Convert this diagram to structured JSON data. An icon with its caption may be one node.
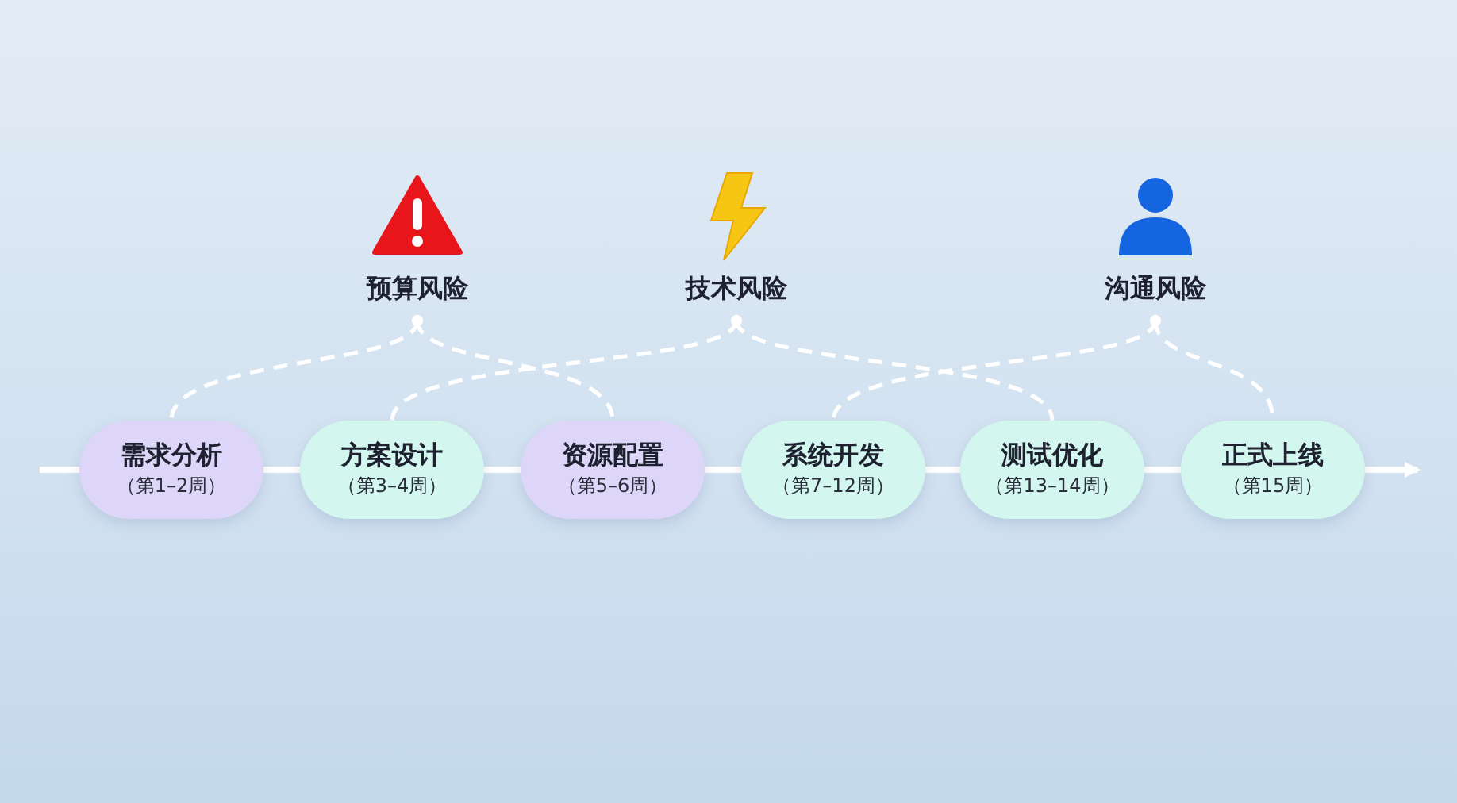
{
  "diagram": {
    "nodes": [
      {
        "text": [
          "需求分析",
          "（第1–2周）"
        ]
      },
      {
        "text": [
          "方案设计",
          "（第3–4周）"
        ]
      },
      {
        "text": [
          "资源配置",
          "（第5–6周）"
        ]
      },
      {
        "text": [
          "系统开发",
          "（第7–12周）"
        ]
      },
      {
        "text": [
          "测试优化",
          "（第13–14周）"
        ]
      },
      {
        "text": [
          "正式上线",
          "（第15周）"
        ]
      },
      {
        "text": [
          "预算风险"
        ]
      },
      {
        "text": [
          "技术风险"
        ]
      },
      {
        "text": [
          "沟通风险"
        ]
      }
    ],
    "edges": [
      {
        "from": null,
        "to": 0,
        "arrow": "none"
      },
      {
        "from": 0,
        "to": 1,
        "arrow": "none"
      },
      {
        "from": 1,
        "to": 2,
        "arrow": "none"
      },
      {
        "from": 2,
        "to": 3,
        "arrow": "none"
      },
      {
        "from": 3,
        "to": 4,
        "arrow": "none"
      },
      {
        "from": 4,
        "to": 5,
        "arrow": "none"
      },
      {
        "from": 5,
        "to": null,
        "arrow": "to"
      },
      {
        "from": 6,
        "to": 0,
        "arrow": "other",
        "style": "dashed"
      },
      {
        "from": 6,
        "to": 2,
        "arrow": "other",
        "style": "dashed"
      },
      {
        "from": 7,
        "to": 1,
        "arrow": "other",
        "style": "dashed"
      },
      {
        "from": 7,
        "to": 4,
        "arrow": "other",
        "style": "dashed"
      },
      {
        "from": 8,
        "to": 3,
        "arrow": "other",
        "style": "dashed"
      },
      {
        "from": 8,
        "to": 5,
        "arrow": "other",
        "style": "dashed"
      }
    ]
  }
}
